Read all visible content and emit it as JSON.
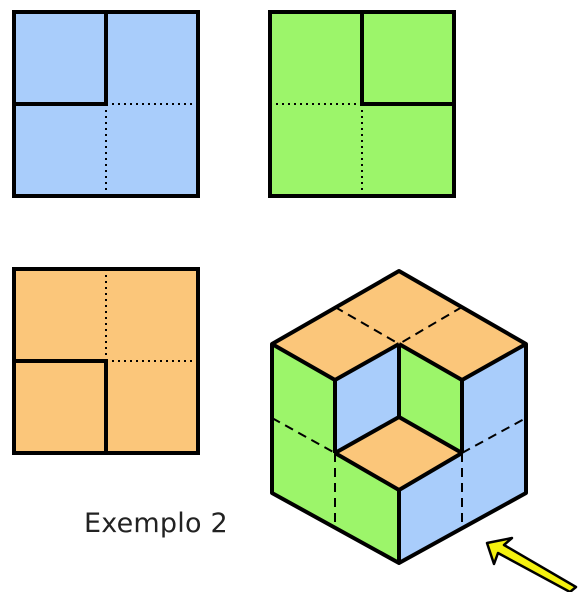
{
  "caption": "Exemplo 2",
  "colors": {
    "blue": "#a9cdfb",
    "green": "#9cf56a",
    "orange": "#fbc67a",
    "outline": "#000000",
    "arrow": "#f4f10f"
  },
  "views": [
    {
      "name": "blue-view",
      "color": "blue"
    },
    {
      "name": "green-view",
      "color": "green"
    },
    {
      "name": "orange-view",
      "color": "orange"
    }
  ],
  "isometric": {
    "name": "isometric-cube-drawing"
  },
  "arrow": {
    "name": "view-direction-arrow",
    "icon": "arrow-up-left-icon"
  }
}
